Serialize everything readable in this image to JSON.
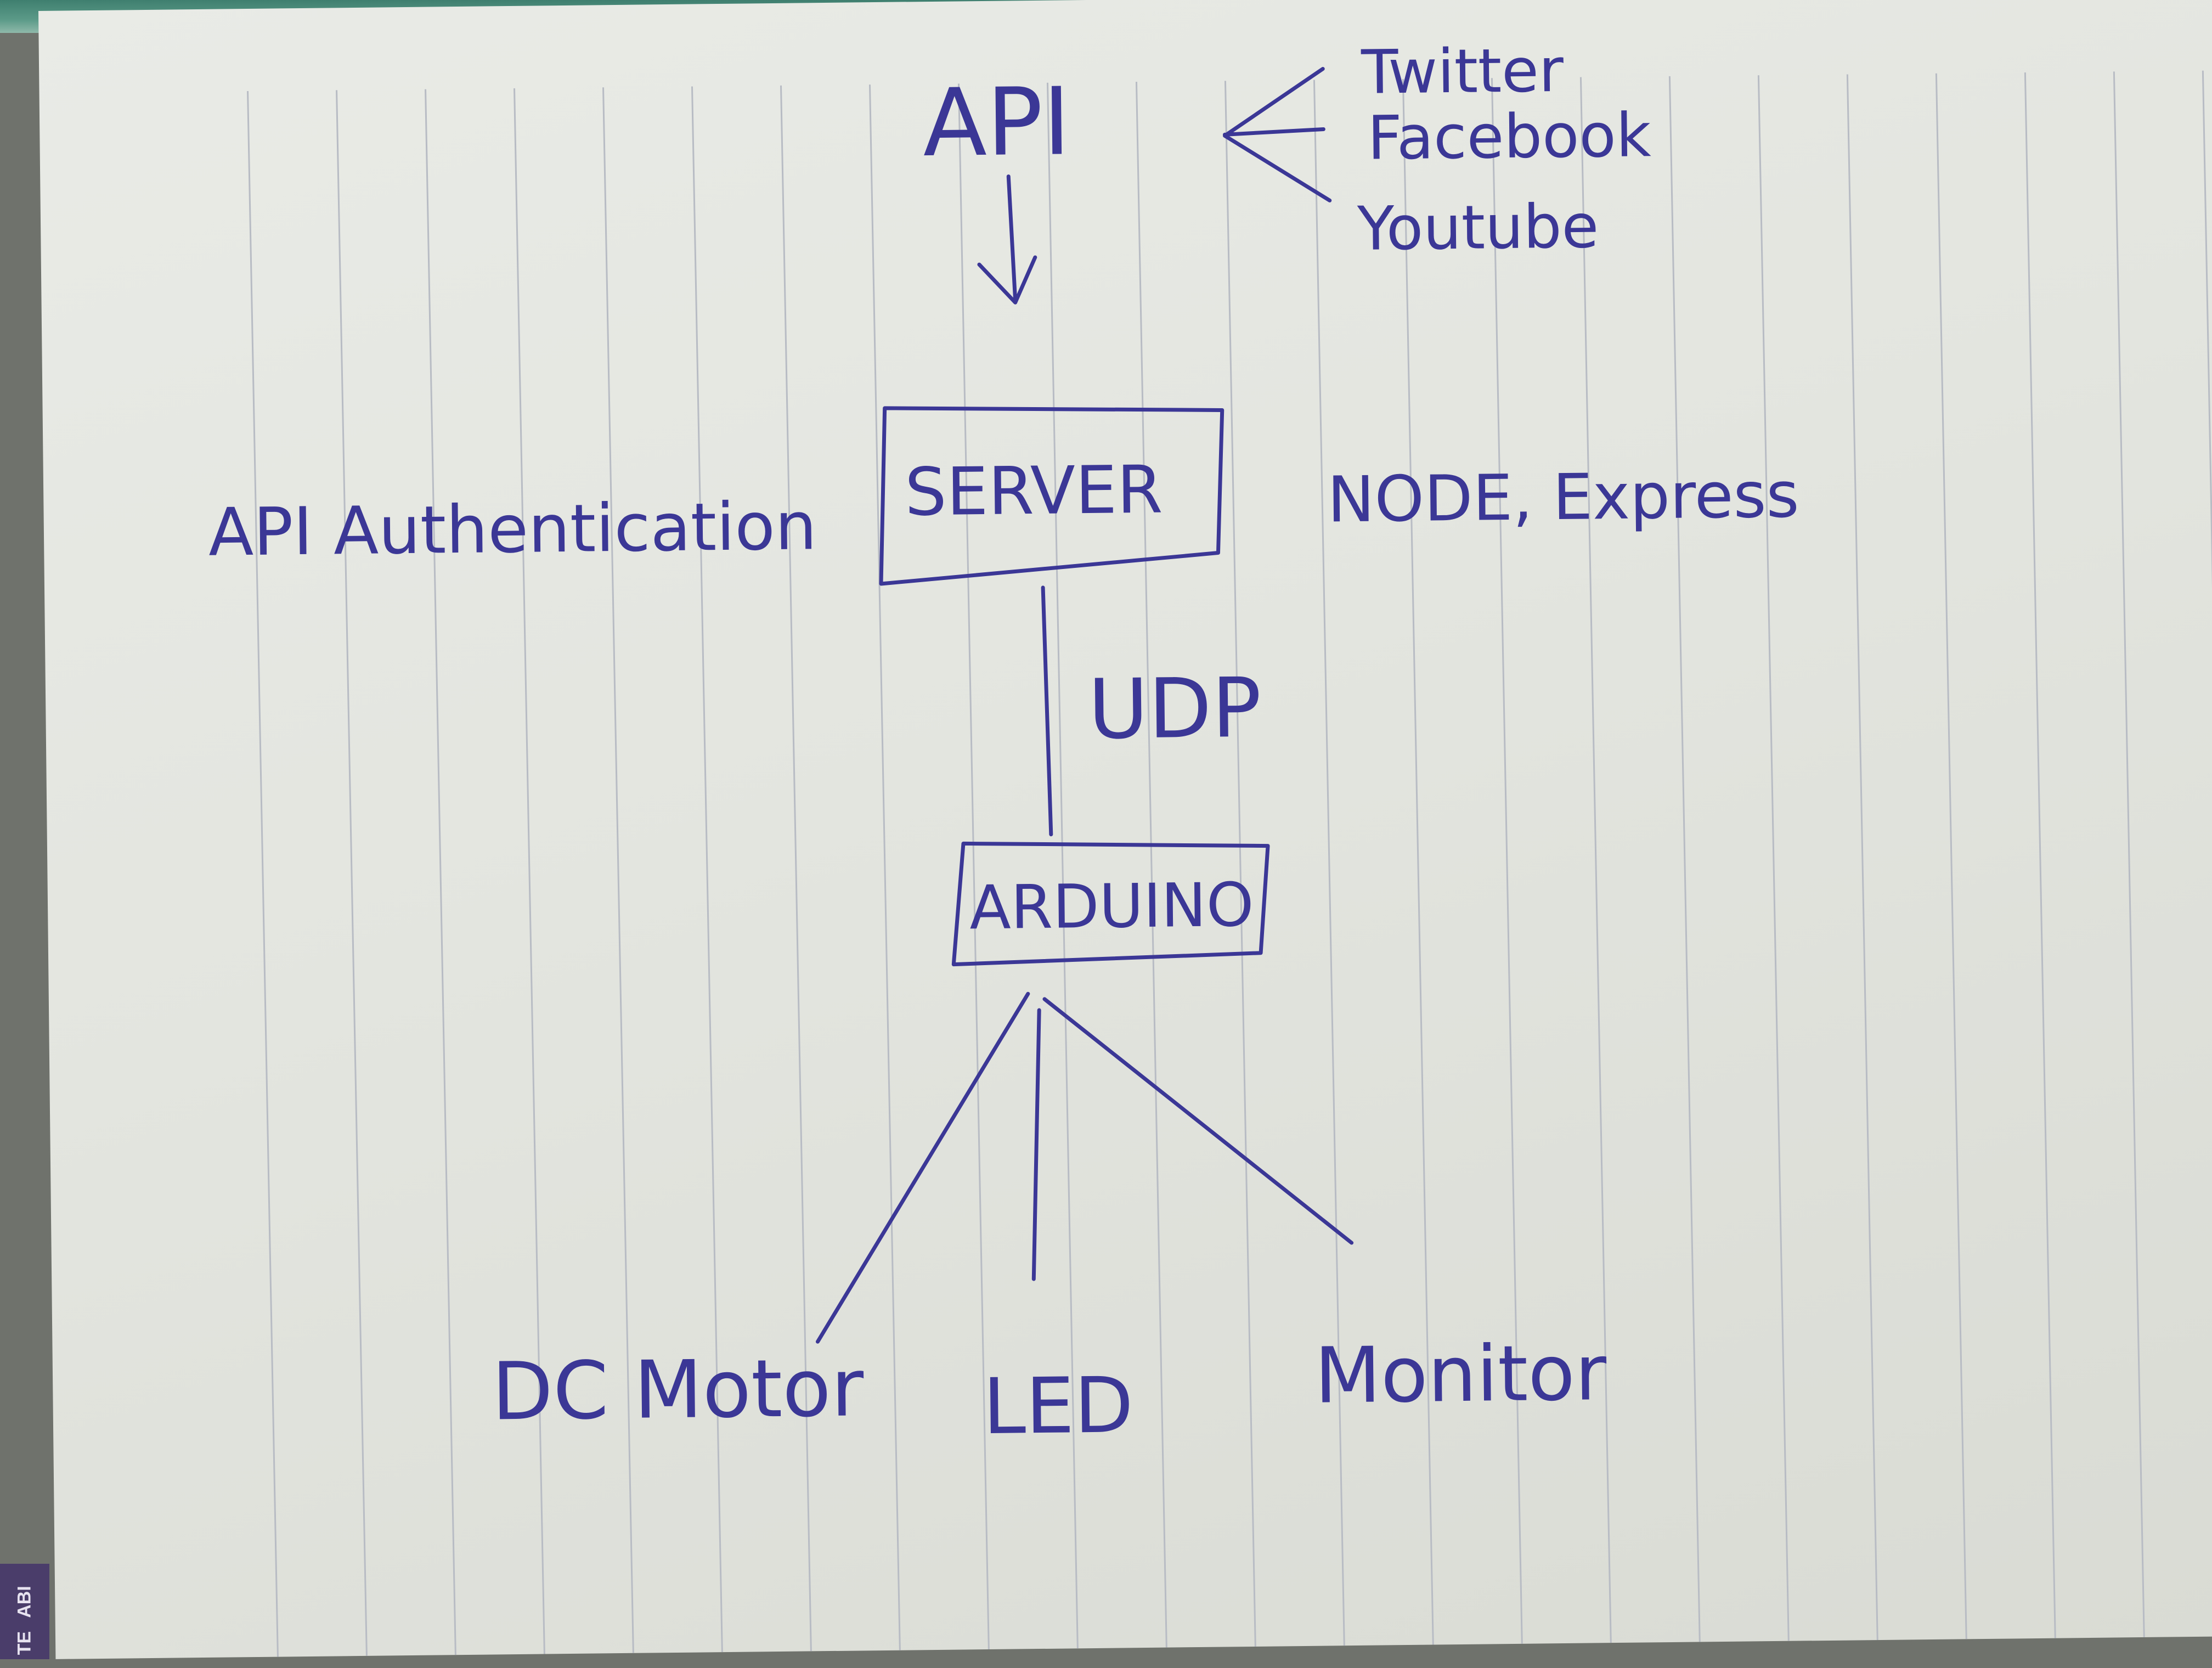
{
  "diagram": {
    "nodes": {
      "api": "API",
      "server": "SERVER",
      "arduino": "ARDUINO",
      "dc_motor": "DC Motor",
      "led": "LED",
      "monitor": "Monitor"
    },
    "sources": [
      "Twitter",
      "Facebook",
      "Youtube"
    ],
    "annotations": {
      "server_left": "API Authentication",
      "server_right": "NODE, Express",
      "link_server_arduino": "UDP"
    }
  },
  "notebook_edge": {
    "top": "ABI",
    "bottom": "TE"
  },
  "colors": {
    "ink": "#3b3796",
    "paper": "#e6e8e2",
    "rule_line": "#b8bcc4",
    "spine": "#4a3d6a"
  }
}
